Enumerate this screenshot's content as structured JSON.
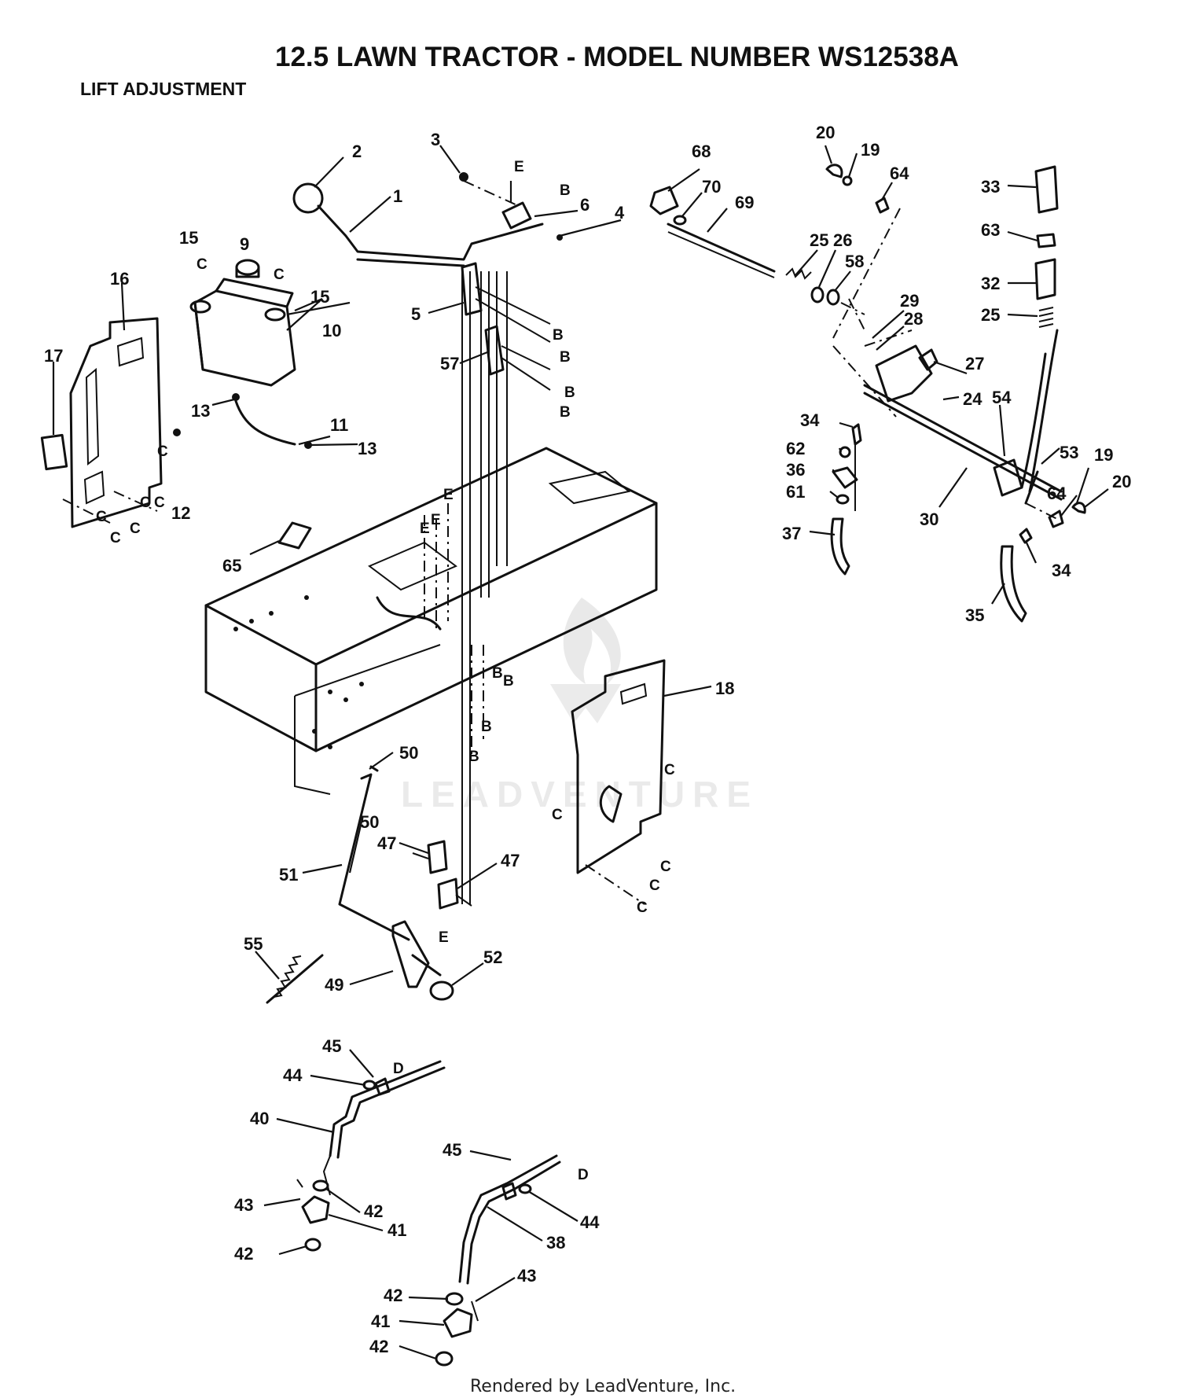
{
  "header": {
    "title": "12.5 LAWN TRACTOR - MODEL NUMBER WS12538A",
    "section": "LIFT ADJUSTMENT"
  },
  "footer": {
    "credit": "Rendered by LeadVenture, Inc."
  },
  "watermark": {
    "text": "LEADVENTURE",
    "icon": "flame-logo-icon"
  },
  "callouts": [
    "2",
    "3",
    "1",
    "6",
    "4",
    "68",
    "70",
    "69",
    "20",
    "19",
    "64",
    "33",
    "63",
    "32",
    "25",
    "26",
    "58",
    "25",
    "15",
    "9",
    "15",
    "10",
    "16",
    "17",
    "13",
    "11",
    "13",
    "12",
    "5",
    "57",
    "29",
    "28",
    "27",
    "24",
    "54",
    "34",
    "62",
    "36",
    "61",
    "37",
    "30",
    "53",
    "19",
    "64",
    "20",
    "34",
    "35",
    "65",
    "18",
    "50",
    "50",
    "47",
    "47",
    "51",
    "55",
    "49",
    "52",
    "45",
    "44",
    "40",
    "43",
    "42",
    "41",
    "42",
    "45",
    "44",
    "38",
    "42",
    "43",
    "41",
    "42"
  ],
  "refs": [
    "E",
    "B",
    "C",
    "C",
    "B",
    "B",
    "B",
    "B",
    "C",
    "C",
    "C",
    "C",
    "C",
    "E",
    "E",
    "E",
    "B",
    "B",
    "B",
    "B",
    "C",
    "C",
    "C",
    "C",
    "C",
    "C",
    "E",
    "D",
    "D"
  ],
  "colors": {
    "ink": "#111111",
    "background": "#ffffff",
    "watermark": "#d9d9d9"
  }
}
